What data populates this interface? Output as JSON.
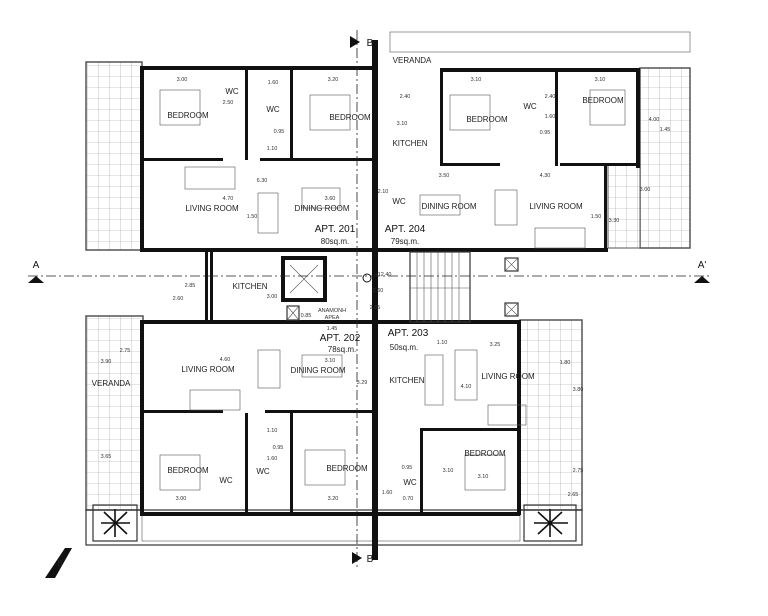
{
  "plan": {
    "section_marks": {
      "b_top": "B",
      "b_bottom": "B",
      "a_left": "A",
      "a_right": "A'",
      "b_compass": "B"
    },
    "level": "+12.40",
    "colors": {
      "walls": "#111111",
      "lines": "#333333",
      "background": "#ffffff"
    }
  },
  "apt201": {
    "name": "APT. 201",
    "area": "80sq.m.",
    "rooms": [
      "BEDROOM",
      "WC",
      "WC",
      "BEDROOM",
      "LIVING ROOM",
      "DINING ROOM"
    ],
    "dims": [
      "3.00",
      "1.60",
      "3.20",
      "2.50",
      "0.95",
      "1.10",
      "6.30",
      "4.70",
      "3.60",
      "1.50"
    ]
  },
  "apt204": {
    "name": "APT. 204",
    "area": "79sq.m.",
    "rooms": [
      "VERANDA",
      "KITCHEN",
      "WC",
      "BEDROOM",
      "WC",
      "BEDROOM",
      "DINING ROOM",
      "LIVING ROOM"
    ],
    "dims": [
      "2.40",
      "3.10",
      "2.10",
      "3.10",
      "3.10",
      "2.40",
      "1.60",
      "0.95",
      "4.00",
      "1.45",
      "3.50",
      "4.30",
      "3.00",
      "3.30",
      "1.50"
    ]
  },
  "apt202": {
    "name": "APT. 202",
    "area": "78sq.m.",
    "rooms": [
      "KITCHEN",
      "VERANDA",
      "LIVING ROOM",
      "DINING ROOM",
      "BEDROOM",
      "WC",
      "WC",
      "BEDROOM"
    ],
    "dims": [
      "2.85",
      "2.60",
      "3.00",
      "2.75",
      "3.90",
      "4.60",
      "3.10",
      "3.29",
      "1.10",
      "0.95",
      "3.65",
      "1.60",
      "3.00",
      "3.20"
    ]
  },
  "apt203": {
    "name": "APT. 203",
    "area": "50sq.m.",
    "rooms": [
      "KITCHEN",
      "LIVING ROOM",
      "WC",
      "BEDROOM"
    ],
    "dims": [
      "1.10",
      "3.25",
      "4.10",
      "1.80",
      "3.80",
      "0.95",
      "1.60",
      "0.70",
      "3.10",
      "3.10",
      "2.75",
      "2.65"
    ]
  },
  "core": {
    "waiting_area": [
      "ΑΝΑΜΟΝΗ",
      "ΑΡΕΑ"
    ],
    "dims": [
      "1.45",
      "0.85",
      "2.85",
      "2.60"
    ]
  }
}
